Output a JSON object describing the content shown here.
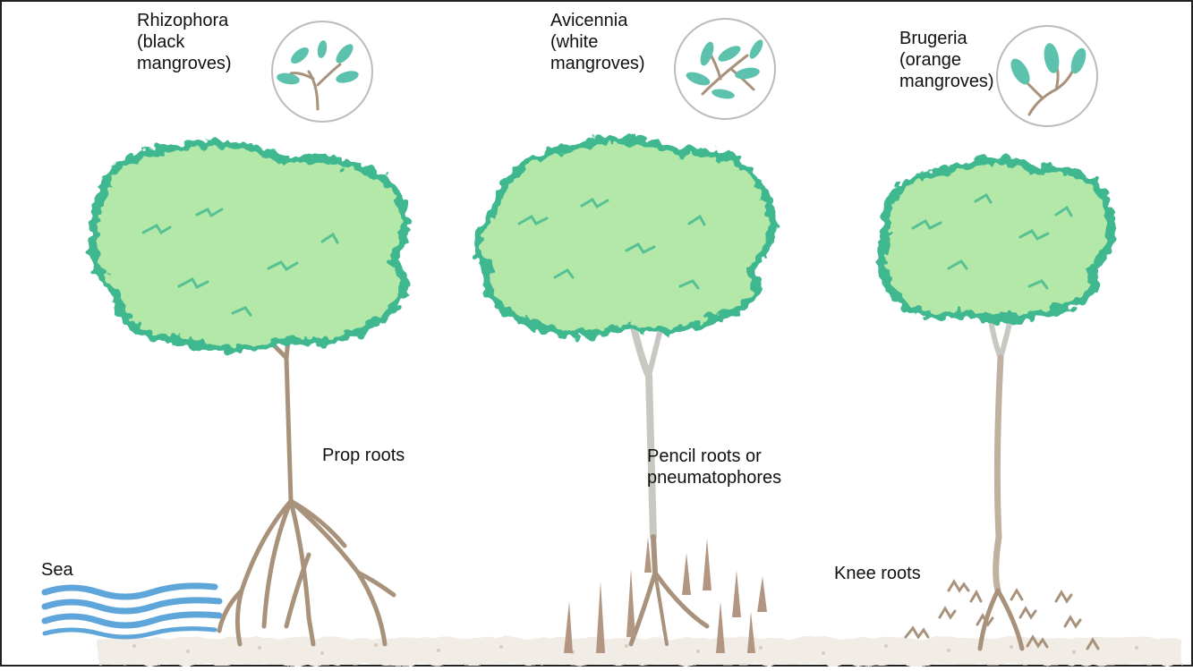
{
  "species": [
    {
      "lines": [
        "Rhizophora",
        "(black",
        "mangroves)"
      ]
    },
    {
      "lines": [
        "Avicennia",
        "(white",
        "mangroves)"
      ]
    },
    {
      "lines": [
        "Brugeria",
        "(orange",
        "mangroves)"
      ]
    }
  ],
  "root_labels": {
    "prop": "Prop roots",
    "pencil": [
      "Pencil roots or",
      "pneumatophores"
    ],
    "knee": "Knee roots"
  },
  "sea_label": "Sea",
  "colors": {
    "canopy_fill": "#b3e8a8",
    "canopy_edge": "#3fb88f",
    "trunk_brown": "#a8927c",
    "trunk_grey": "#c8c8c2",
    "leaf": "#5cc2ad",
    "sea": "#5ea6d9",
    "ground": "#e4dbd0",
    "border": "#222222"
  }
}
